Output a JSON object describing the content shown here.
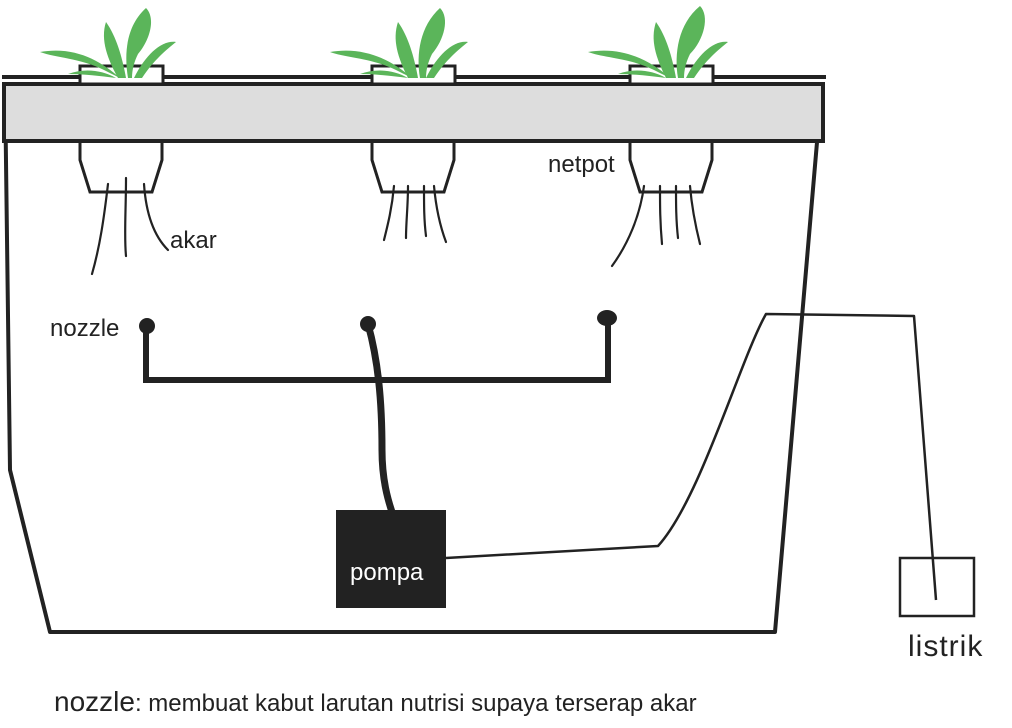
{
  "diagram": {
    "labels": {
      "netpot": "netpot",
      "akar": "akar",
      "nozzle": "nozzle",
      "pompa": "pompa",
      "listrik": "listrik"
    },
    "caption": {
      "term": "nozzle",
      "description": ": membuat kabut larutan nutrisi supaya terserap akar"
    },
    "colors": {
      "outline": "#222222",
      "lid": "#dddddd",
      "plant": "#5bb55a",
      "pump": "#222222",
      "background": "#ffffff"
    }
  }
}
